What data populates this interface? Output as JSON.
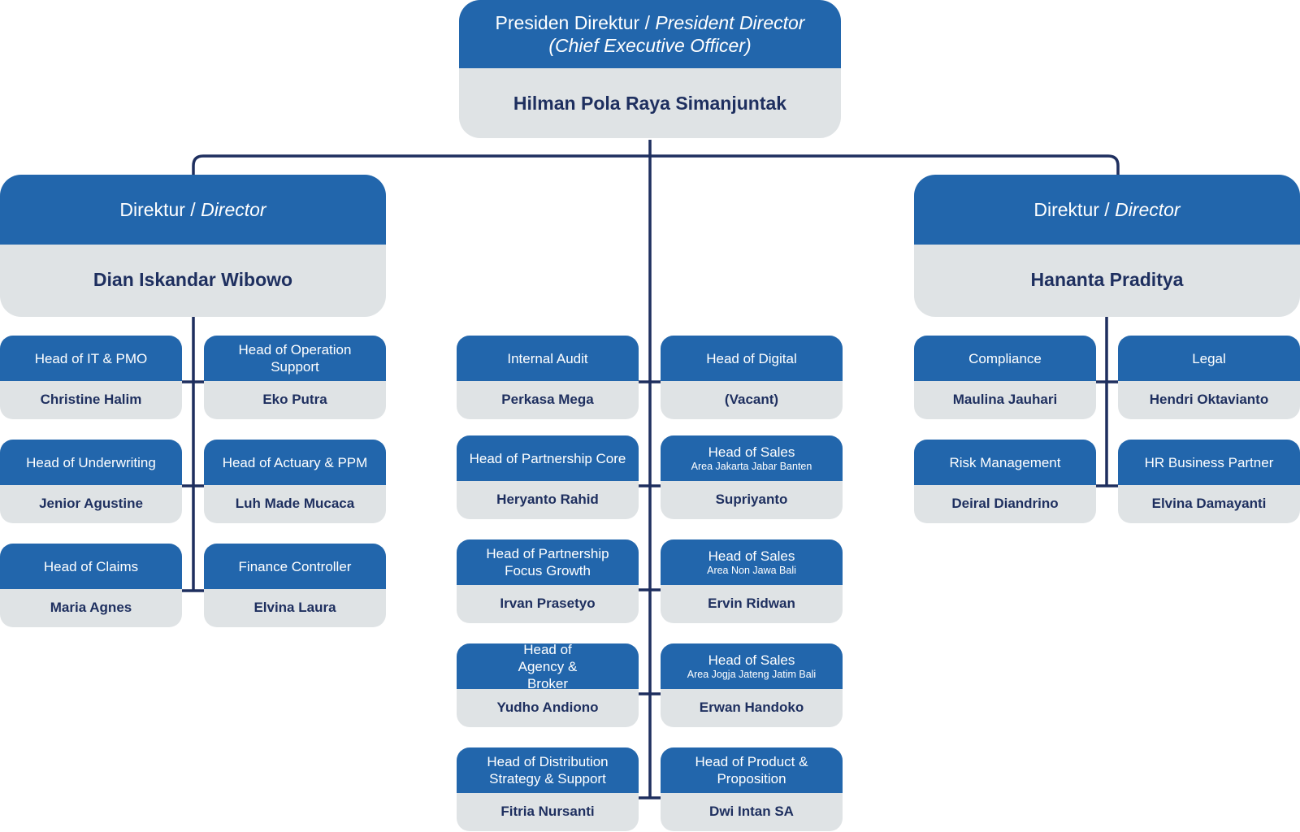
{
  "ceo": {
    "title_id": "Presiden Direktur",
    "title_sep": " / ",
    "title_en": "President Director",
    "title_en2": "(Chief Executive Officer)",
    "name": "Hilman Pola Raya Simanjuntak"
  },
  "directors": [
    {
      "title_id": "Direktur",
      "title_sep": " / ",
      "title_en": "Director",
      "name": "Dian Iskandar Wibowo"
    },
    {
      "title_id": "Direktur",
      "title_sep": " / ",
      "title_en": "Director",
      "name": "Hananta Praditya"
    }
  ],
  "left_units": [
    {
      "title": "Head of IT & PMO",
      "name": "Christine Halim"
    },
    {
      "title": "Head of Operation Support",
      "name": "Eko Putra"
    },
    {
      "title": "Head of Underwriting",
      "name": "Jenior Agustine"
    },
    {
      "title": "Head of Actuary & PPM",
      "name": "Luh Made Mucaca"
    },
    {
      "title": "Head of Claims",
      "name": "Maria Agnes"
    },
    {
      "title": "Finance Controller",
      "name": "Elvina Laura"
    }
  ],
  "center_units": [
    {
      "title": "Internal Audit",
      "name": "Perkasa Mega"
    },
    {
      "title": "Head of Digital",
      "name": "(Vacant)"
    },
    {
      "title": "Head of Partnership Core",
      "name": "Heryanto Rahid"
    },
    {
      "title": "Head of Sales",
      "subtitle": "Area Jakarta Jabar Banten",
      "name": "Supriyanto"
    },
    {
      "title": "Head of Partnership Focus Growth",
      "name": "Irvan Prasetyo"
    },
    {
      "title": "Head of Sales",
      "subtitle": "Area Non Jawa Bali",
      "name": "Ervin Ridwan"
    },
    {
      "title": "Head of Agency & Broker",
      "name": "Yudho Andiono"
    },
    {
      "title": "Head of Sales",
      "subtitle": "Area Jogja Jateng Jatim Bali",
      "name": "Erwan Handoko"
    },
    {
      "title": "Head of Distribution Strategy & Support",
      "name": "Fitria Nursanti"
    },
    {
      "title": "Head of Product & Proposition",
      "name": "Dwi Intan SA"
    }
  ],
  "right_units": [
    {
      "title": "Compliance",
      "name": "Maulina Jauhari"
    },
    {
      "title": "Legal",
      "name": "Hendri Oktavianto"
    },
    {
      "title": "Risk Management",
      "name": "Deiral Diandrino"
    },
    {
      "title": "HR Business Partner",
      "name": "Elvina Damayanti"
    }
  ],
  "colors": {
    "header": "#2266ac",
    "body": "#dfe3e5",
    "name_text": "#1e2f5f",
    "line": "#1e2f5f"
  }
}
